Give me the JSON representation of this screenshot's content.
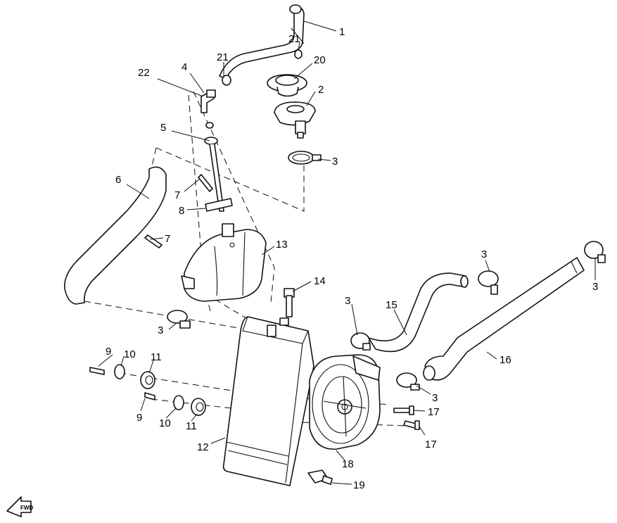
{
  "diagram": {
    "callouts": [
      "1",
      "2",
      "3",
      "4",
      "5",
      "6",
      "7",
      "8",
      "9",
      "10",
      "11",
      "12",
      "13",
      "14",
      "15",
      "16",
      "17",
      "18",
      "19",
      "20",
      "21",
      "22"
    ],
    "fwd_label": "FWD"
  }
}
